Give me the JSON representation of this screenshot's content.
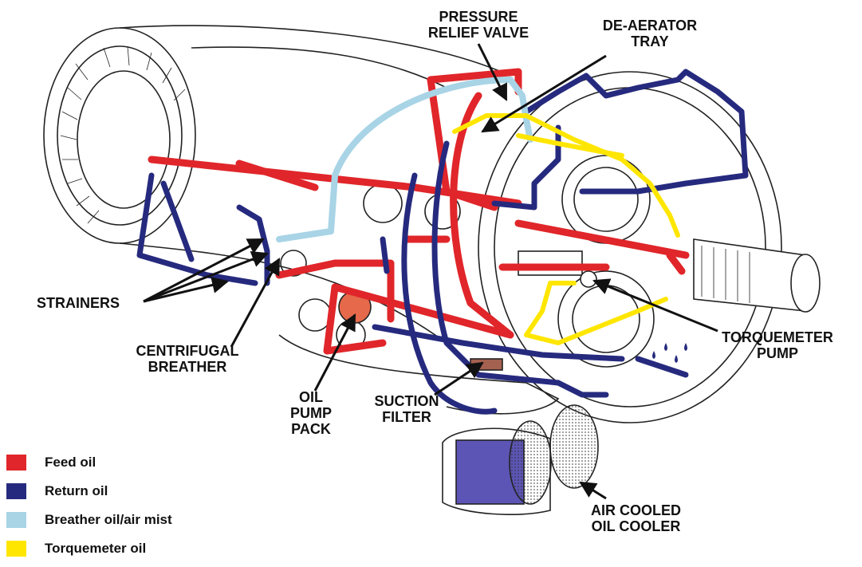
{
  "labels": {
    "pressure_relief_valve": "PRESSURE\nRELIEF VALVE",
    "de_aerator_tray": "DE-AERATOR\nTRAY",
    "strainers": "STRAINERS",
    "centrifugal_breather": "CENTRIFUGAL\nBREATHER",
    "oil_pump_pack": "OIL\nPUMP\nPACK",
    "suction_filter": "SUCTION\nFILTER",
    "torquemeter_pump": "TORQUEMETER\nPUMP",
    "air_cooled_oil_cooler": "AIR COOLED\nOIL COOLER"
  },
  "legend": [
    {
      "label": "Feed oil",
      "color": "#e0262a"
    },
    {
      "label": "Return oil",
      "color": "#262a7e"
    },
    {
      "label": "Breather oil/air mist",
      "color": "#a8d4e6"
    },
    {
      "label": "Torquemeter oil",
      "color": "#ffe600"
    }
  ],
  "colors": {
    "feed": "#e0262a",
    "return": "#262a7e",
    "breather": "#a8d4e6",
    "torquemeter": "#ffe600",
    "outline": "#222222"
  }
}
